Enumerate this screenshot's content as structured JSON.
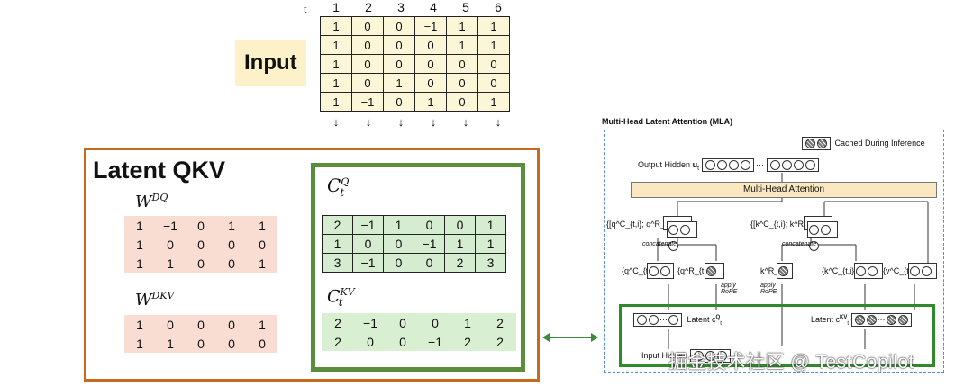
{
  "input": {
    "label": "Input",
    "t_label": "t",
    "columns": [
      "1",
      "2",
      "3",
      "4",
      "5",
      "6"
    ],
    "rows": [
      [
        "1",
        "0",
        "0",
        "−1",
        "1",
        "1"
      ],
      [
        "1",
        "0",
        "0",
        "0",
        "1",
        "1"
      ],
      [
        "1",
        "0",
        "0",
        "0",
        "0",
        "0"
      ],
      [
        "1",
        "0",
        "1",
        "0",
        "0",
        "0"
      ],
      [
        "1",
        "−1",
        "0",
        "1",
        "0",
        "1"
      ]
    ],
    "arrows": [
      "↓",
      "↓",
      "↓",
      "↓",
      "↓",
      "↓"
    ]
  },
  "latent": {
    "title": "Latent QKV",
    "wdq": {
      "base": "W",
      "sup": "DQ",
      "rows": [
        [
          "1",
          "−1",
          "0",
          "1",
          "1"
        ],
        [
          "1",
          "0",
          "0",
          "0",
          "0"
        ],
        [
          "1",
          "1",
          "0",
          "0",
          "1"
        ]
      ]
    },
    "wdkv": {
      "base": "W",
      "sup": "DKV",
      "rows": [
        [
          "1",
          "0",
          "0",
          "0",
          "1"
        ],
        [
          "1",
          "1",
          "0",
          "0",
          "0"
        ]
      ]
    },
    "cq": {
      "base": "C",
      "sup": "Q",
      "sub": "t",
      "rows": [
        [
          "2",
          "−1",
          "1",
          "0",
          "0",
          "1"
        ],
        [
          "1",
          "0",
          "0",
          "−1",
          "1",
          "1"
        ],
        [
          "3",
          "−1",
          "0",
          "0",
          "2",
          "3"
        ]
      ]
    },
    "ckv": {
      "base": "C",
      "sup": "KV",
      "sub": "t",
      "rows": [
        [
          "2",
          "−1",
          "0",
          "0",
          "1",
          "2"
        ],
        [
          "2",
          "0",
          "0",
          "−1",
          "2",
          "2"
        ]
      ]
    },
    "link_arrow": "↔"
  },
  "mla": {
    "title": "Multi-Head Latent Attention (MLA)",
    "legend": "Cached During Inference",
    "output_hidden": "Output Hidden",
    "output_symbol": "u",
    "output_sub": "t",
    "mha": "Multi-Head Attention",
    "q_concat_label": "{[q",
    "q_concat_text": "{[q^C_{t,i}; q^R_{t,i}]}",
    "k_concat_text": "{[k^C_{t,i}; k^R_t]}",
    "concatenate": "concatenate",
    "qc_text": "{q^C_{t,i}}",
    "qr_text": "{q^R_{t,i}}",
    "kr_text": "k^R_t",
    "kc_text": "{k^C_{t,i}}",
    "vc_text": "{v^C_{t,i}}",
    "apply_rope": "apply RoPE",
    "latent_q": "Latent c",
    "latent_q_sup": "Q",
    "latent_q_sub": "t",
    "latent_kv": "Latent c",
    "latent_kv_sup": "KV",
    "latent_kv_sub": "t",
    "input_hidden": "Input Hidden",
    "dots": "···"
  },
  "watermark": "掘金技术社区 @ TestCopilot",
  "colors": {
    "input_bg": "#fcf6d9",
    "input_label_bg": "#fcf1c9",
    "orange": "#c86a1e",
    "green": "#5a8e3a",
    "w_bg": "#f9ddd3",
    "c_bg": "#d6ecd0",
    "mha_bg": "#fbe7c0",
    "mla_green": "#2f8a2a",
    "mla_dash": "#5b8fc9"
  }
}
